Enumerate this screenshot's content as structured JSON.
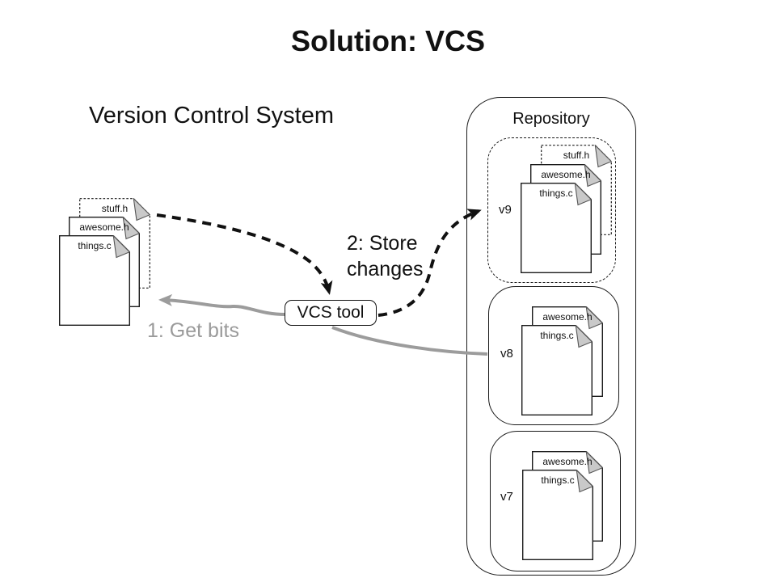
{
  "slide": {
    "title": "Solution: VCS",
    "subtitle": "Version Control System"
  },
  "colors": {
    "ink": "#1a1a1a",
    "arrow_black": "#111111",
    "arrow_gray": "#9c9c9c",
    "fold_fill": "#c9c9c9",
    "background": "#ffffff"
  },
  "icons": {
    "document": "page-with-folded-corner"
  },
  "working_copy": {
    "files": [
      "stuff.h",
      "awesome.h",
      "things.c"
    ]
  },
  "vcs_tool": {
    "label": "VCS tool"
  },
  "arrows": {
    "store": {
      "label_line1": "2: Store",
      "label_line2": "changes"
    },
    "get": {
      "label": "1: Get bits"
    }
  },
  "repository": {
    "label": "Repository",
    "versions": [
      {
        "id": "v9",
        "files": [
          "stuff.h",
          "awesome.h",
          "things.c"
        ]
      },
      {
        "id": "v8",
        "files": [
          "awesome.h",
          "things.c"
        ]
      },
      {
        "id": "v7",
        "files": [
          "awesome.h",
          "things.c"
        ]
      }
    ]
  }
}
